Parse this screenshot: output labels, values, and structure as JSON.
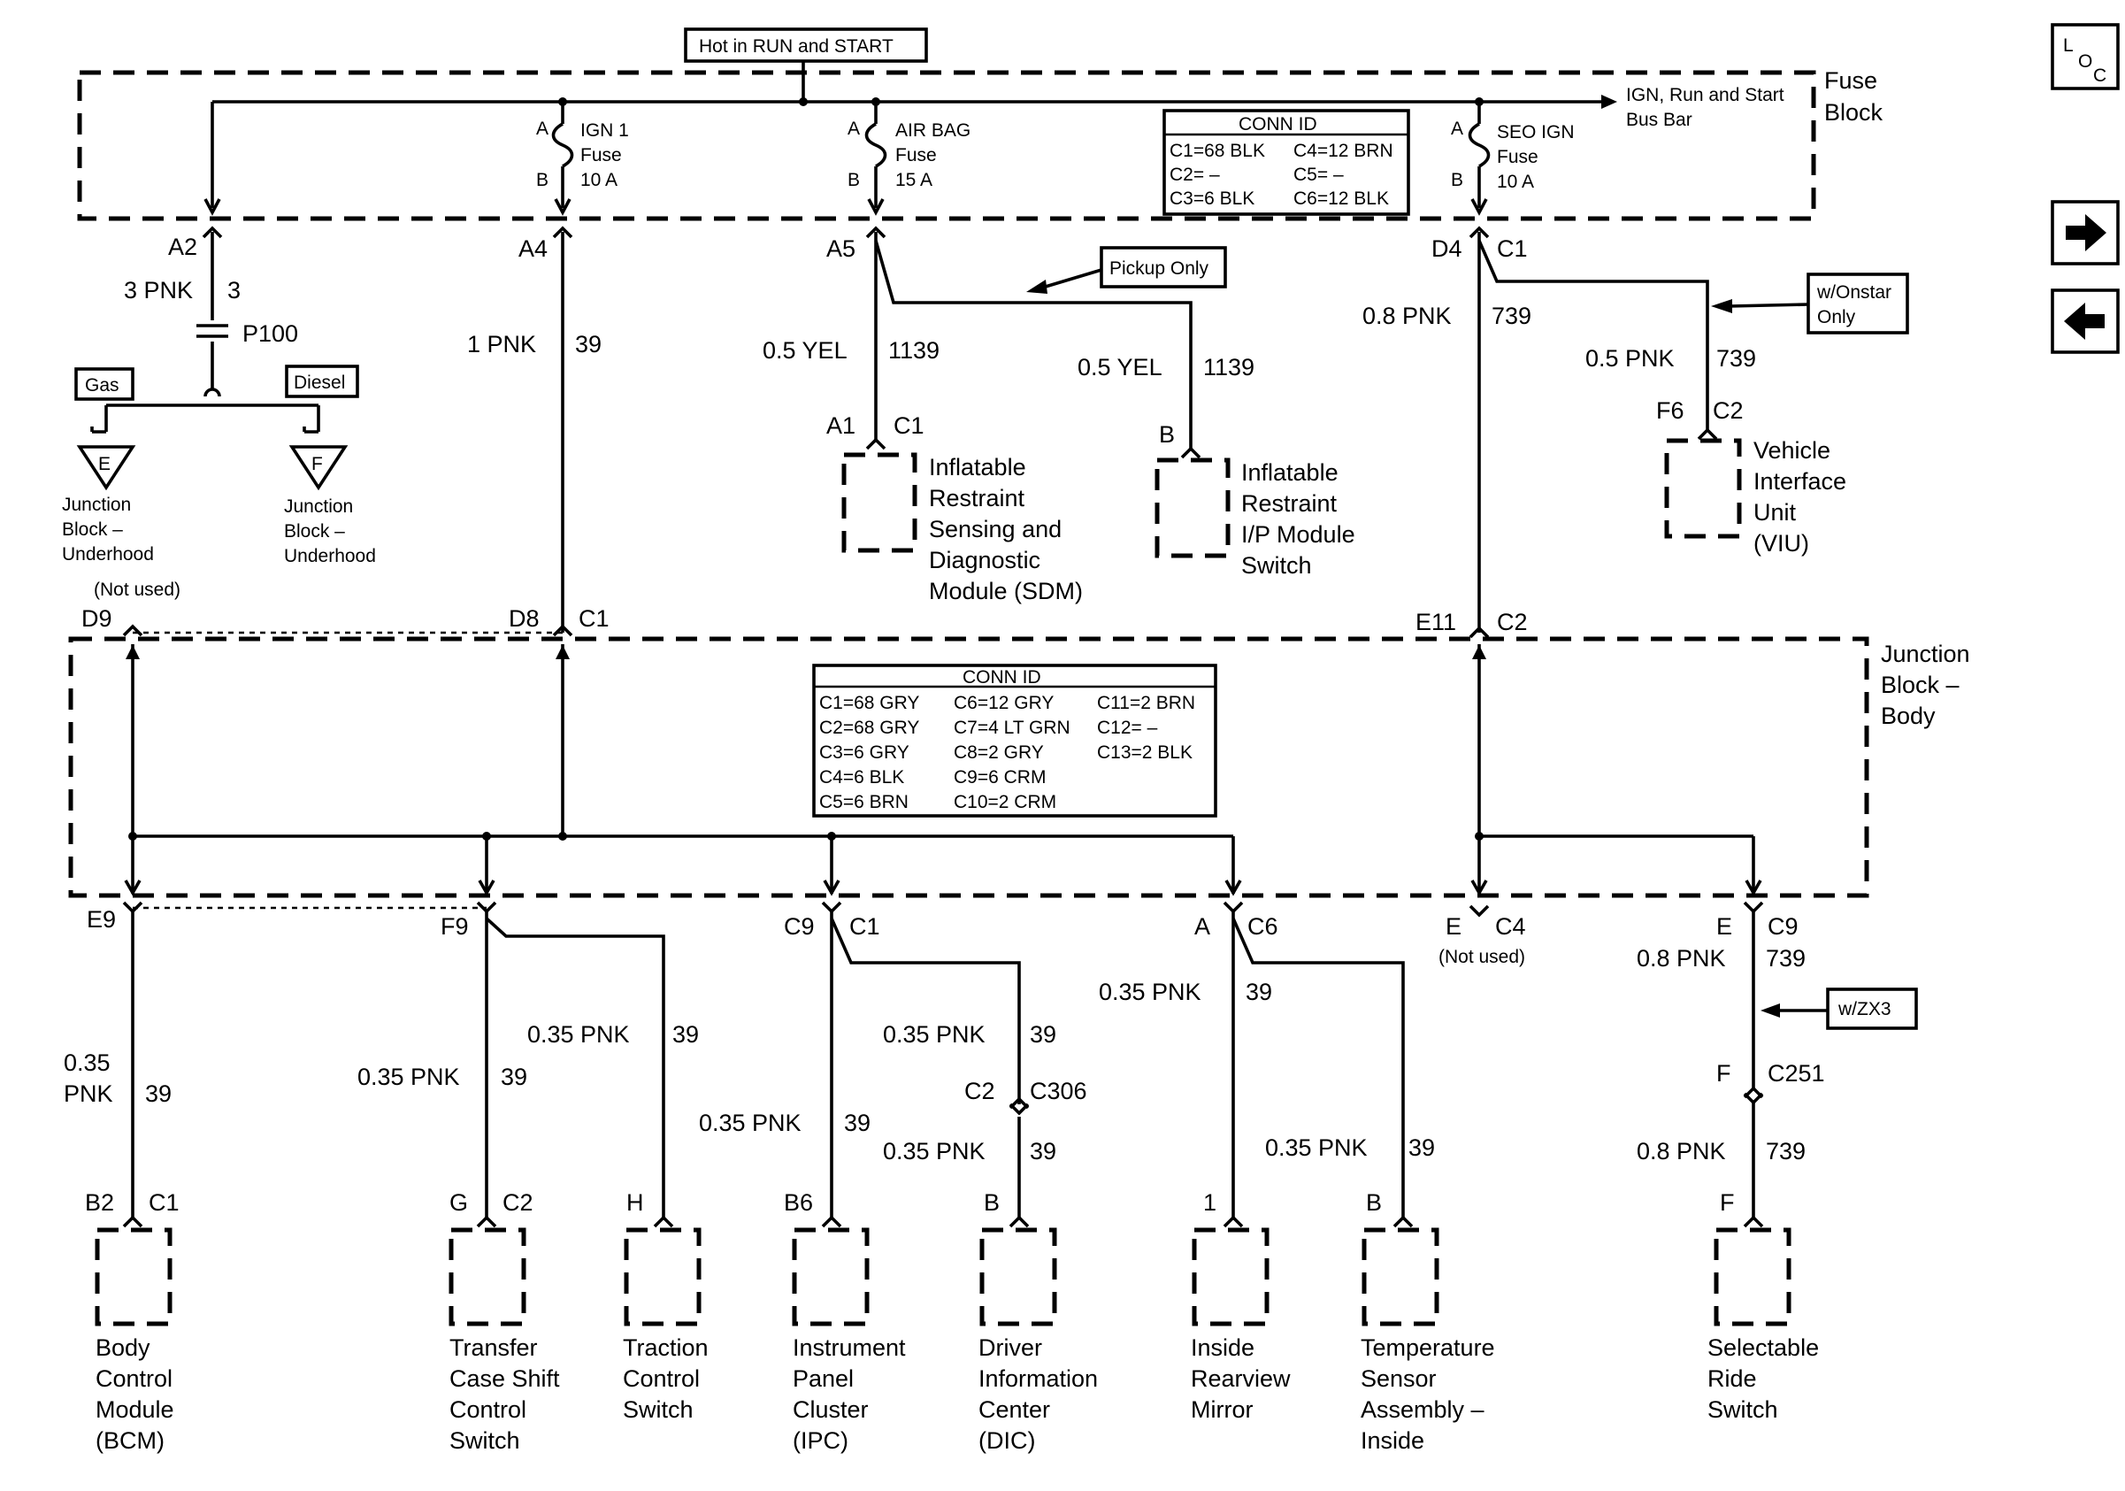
{
  "header": {
    "hot_in_run_start": "Hot in RUN and START",
    "bus_bar_line1": "IGN, Run and Start",
    "bus_bar_line2": "Bus Bar",
    "fuse_block_line1": "Fuse",
    "fuse_block_line2": "Block"
  },
  "nav": {
    "loc_l": "L",
    "loc_o": "O",
    "loc_c": "C",
    "next_label": "next-page",
    "prev_label": "previous-page"
  },
  "fuses": [
    {
      "pin_a": "A",
      "pin_b": "B",
      "line1": "IGN 1",
      "line2": "Fuse",
      "line3": "10 A"
    },
    {
      "pin_a": "A",
      "pin_b": "B",
      "line1": "AIR BAG",
      "line2": "Fuse",
      "line3": "15 A"
    },
    {
      "pin_a": "A",
      "pin_b": "B",
      "line1": "SEO IGN",
      "line2": "Fuse",
      "line3": "10 A"
    }
  ],
  "fuse_conn": {
    "title": "CONN ID",
    "col1": [
      "C1=68 BLK",
      "C2=  –",
      "C3=6 BLK"
    ],
    "col2": [
      "C4=12 BRN",
      "C5=  –",
      "C6=12 BLK"
    ]
  },
  "junction_conn": {
    "title": "CONN ID",
    "col1": [
      "C1=68 GRY",
      "C2=68 GRY",
      "C3=6 GRY",
      "C4=6 BLK",
      "C5=6 BRN"
    ],
    "col2": [
      "C6=12 GRY",
      "C7=4 LT GRN",
      "C8=2 GRY",
      "C9=6 CRM",
      "C10=2 CRM"
    ],
    "col3": [
      "C11=2 BRN",
      "C12=  –",
      "C13=2 BLK"
    ]
  },
  "junction_block": {
    "line1": "Junction",
    "line2": "Block –",
    "line3": "Body"
  },
  "upper": {
    "a2": "A2",
    "a2_wire": "3 PNK",
    "a2_circuit": "3",
    "p100": "P100",
    "gas": "Gas",
    "diesel": "Diesel",
    "gas_ref": "E",
    "diesel_ref": "F",
    "jb_underhood_1": [
      "Junction",
      "Block –",
      "Underhood"
    ],
    "jb_underhood_2": [
      "Junction",
      "Block –",
      "Underhood"
    ],
    "not_used": "(Not used)",
    "a4": "A4",
    "a4_wire": "1 PNK",
    "a4_circuit": "39",
    "a5": "A5",
    "a5_wire": "0.5 YEL",
    "a5_circuit": "1139",
    "pickup_only": "Pickup Only",
    "sdm_pin": "A1",
    "sdm_conn": "C1",
    "sdm_name": [
      "Inflatable",
      "Restraint",
      "Sensing and",
      "Diagnostic",
      "Module (SDM)"
    ],
    "ipm_wire": "0.5 YEL",
    "ipm_circuit": "1139",
    "ipm_pin": "B",
    "ipm_name": [
      "Inflatable",
      "Restraint",
      "I/P Module",
      "Switch"
    ],
    "d4": "D4",
    "d4_conn": "C1",
    "d4_wire": "0.8 PNK",
    "d4_circuit": "739",
    "onstar_line1": "w/Onstar",
    "onstar_line2": "Only",
    "viu_wire": "0.5 PNK",
    "viu_circuit": "739",
    "viu_pin": "F6",
    "viu_conn": "C2",
    "viu_name": [
      "Vehicle",
      "Interface",
      "Unit",
      "(VIU)"
    ],
    "d9": "D9",
    "d8": "D8",
    "d8_conn": "C1",
    "e11": "E11",
    "e11_conn": "C2"
  },
  "lower": {
    "e9": "E9",
    "bcm_wire1": "0.35",
    "bcm_wire2": "PNK",
    "bcm_circuit": "39",
    "bcm_pin": "B2",
    "bcm_conn": "C1",
    "bcm_name": [
      "Body",
      "Control",
      "Module",
      "(BCM)"
    ],
    "f9": "F9",
    "tc_wire": "0.35 PNK",
    "tc_circuit": "39",
    "tc_pin": "G",
    "tc_conn": "C2",
    "tc_name": [
      "Transfer",
      "Case Shift",
      "Control",
      "Switch"
    ],
    "trac_wire": "0.35 PNK",
    "trac_circuit": "39",
    "trac_pin": "H",
    "trac_name": [
      "Traction",
      "Control",
      "Switch"
    ],
    "c9": "C9",
    "c9_conn": "C1",
    "ipc_wire": "0.35 PNK",
    "ipc_circuit": "39",
    "ipc_pin": "B6",
    "ipc_name": [
      "Instrument",
      "Panel",
      "Cluster",
      "(IPC)"
    ],
    "dic_wire1": "0.35 PNK",
    "dic_circuit1": "39",
    "c306_pin": "C2",
    "c306": "C306",
    "dic_wire2": "0.35 PNK",
    "dic_circuit2": "39",
    "dic_pin": "B",
    "dic_name": [
      "Driver",
      "Information",
      "Center",
      "(DIC)"
    ],
    "c6_pin": "A",
    "c6": "C6",
    "mirror_wire": "0.35 PNK",
    "mirror_circuit": "39",
    "mirror_pin": "1",
    "mirror_name": [
      "Inside",
      "Rearview",
      "Mirror"
    ],
    "temp_wire": "0.35 PNK",
    "temp_circuit": "39",
    "temp_pin": "B",
    "temp_name": [
      "Temperature",
      "Sensor",
      "Assembly –",
      "Inside"
    ],
    "c4_pin": "E",
    "c4": "C4",
    "c4_not_used": "(Not used)",
    "c9b_pin": "E",
    "c9b": "C9",
    "srs_wire1": "0.8 PNK",
    "srs_circuit1": "739",
    "zx3": "w/ZX3",
    "c251_pin": "F",
    "c251": "C251",
    "srs_wire2": "0.8 PNK",
    "srs_circuit2": "739",
    "srs_pin": "F",
    "srs_name": [
      "Selectable",
      "Ride",
      "Switch"
    ]
  }
}
